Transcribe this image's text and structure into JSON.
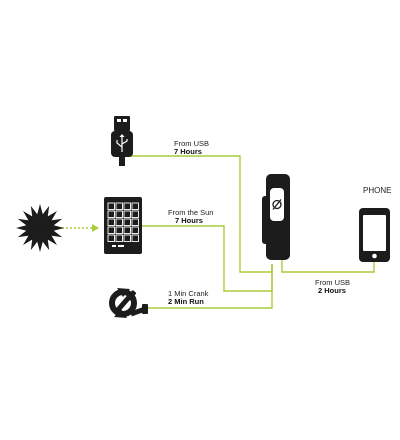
{
  "colors": {
    "line": "#a8cc3c",
    "ink": "#1c1c1c",
    "sun_ray": "#a8cc3c"
  },
  "sources": {
    "usb": {
      "icon": "usb-icon",
      "label_top": "From USB",
      "label_bottom": "7 Hours"
    },
    "sun": {
      "icon": "sun-icon",
      "panel_icon": "solar-panel-icon",
      "label_top": "From the Sun",
      "label_bottom": "7 Hours"
    },
    "crank": {
      "icon": "hand-crank-icon",
      "label_top": "1 Min Crank",
      "label_bottom": "2 Min Run"
    }
  },
  "hub": {
    "icon": "charger-device-icon",
    "logo_icon": "null-sign-logo-icon"
  },
  "output": {
    "icon": "phone-icon",
    "title": "PHONE",
    "label_top": "From USB",
    "label_bottom": "2 Hours"
  }
}
